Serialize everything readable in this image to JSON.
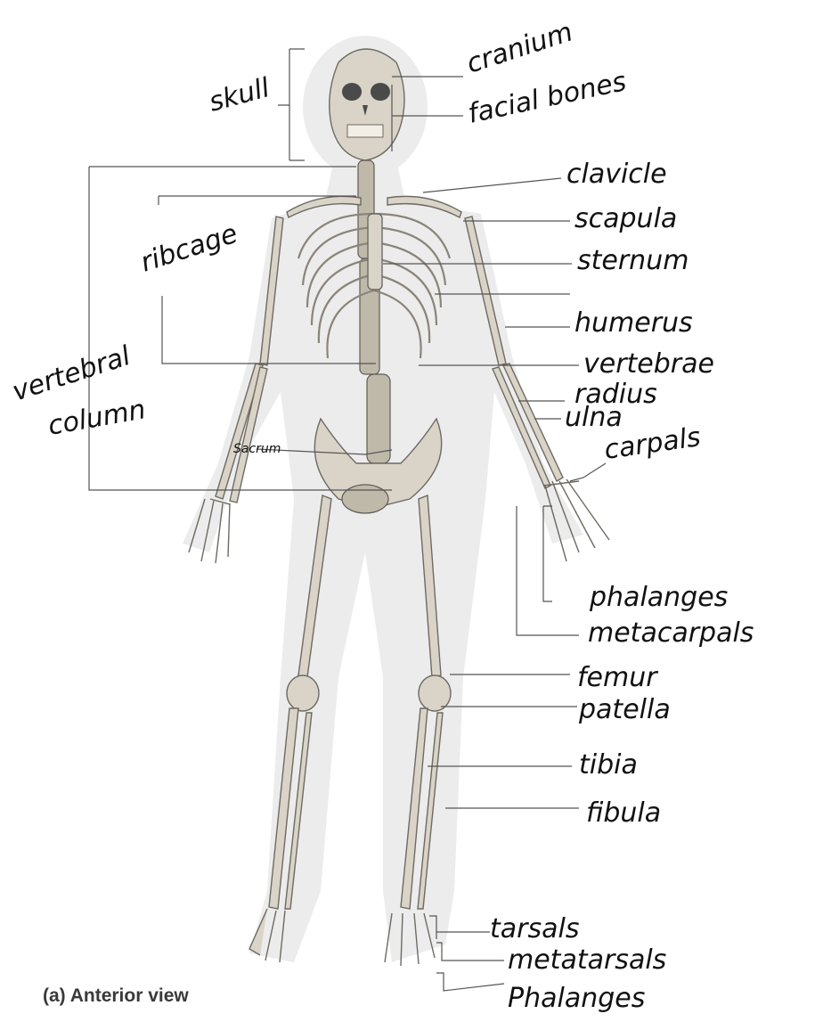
{
  "caption": "(a) Anterior view",
  "labels": {
    "skull": "skull",
    "cranium": "cranium",
    "facial_bones": "facial bones",
    "clavicle": "clavicle",
    "scapula": "scapula",
    "sternum": "sternum",
    "unlabeled_blank": "",
    "humerus": "humerus",
    "vertebrae": "vertebrae",
    "radius": "radius",
    "ulna": "ulna",
    "carpals": "carpals",
    "ribcage": "ribcage",
    "vertebral_column_line1": "vertebral",
    "vertebral_column_line2": "column",
    "sacrum": "Sacrum",
    "phalanges_hand": "phalanges",
    "metacarpals": "metacarpals",
    "femur": "femur",
    "patella": "patella",
    "tibia": "tibia",
    "fibula": "fibula",
    "tarsals": "tarsals",
    "metatarsals": "metatarsals",
    "phalanges_foot": "Phalanges"
  }
}
